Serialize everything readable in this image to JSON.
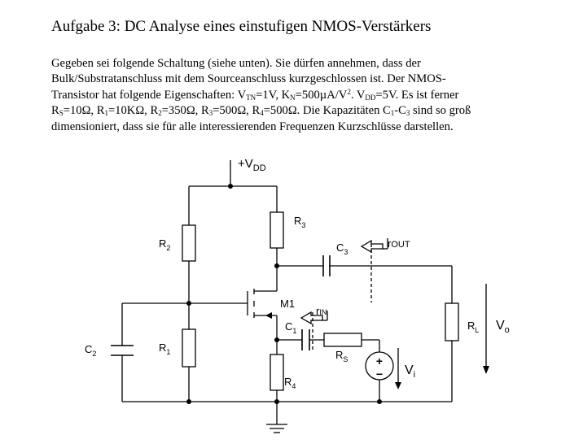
{
  "heading": "Aufgabe 3: DC Analyse eines einstufigen NMOS-Verstärkers",
  "paragraph": {
    "l1": "Gegeben sei folgende Schaltung (siehe unten). Sie dürfen annehmen, dass der",
    "l2": "Bulk/Substratanschluss mit dem Sourceanschluss kurzgeschlossen ist. Der NMOS-",
    "l3": {
      "a": "Transistor hat folgende Eigenschaften: V",
      "a_sub": "TN",
      "b": "=1V, K",
      "b_sub": "N",
      "c": "=500µA/V",
      "c_sup": "2",
      "d": ". V",
      "d_sub": "DD",
      "e": "=5V. Es ist ferner"
    },
    "l4": {
      "a": "R",
      "a_sub": "S",
      "b": "=10Ω, R",
      "b_sub": "1",
      "c": "=10KΩ, R",
      "c_sub": "2",
      "d": "=350Ω, R",
      "d_sub": "3",
      "e": "=500Ω, R",
      "e_sub": "4",
      "f": "=500Ω. Die Kapazitäten C",
      "f_sub": "1",
      "g": "-C",
      "g_sub": "3",
      "h": " sind so groß"
    },
    "l5": "dimensioniert, dass sie für alle interessierenden Frequenzen Kurzschlüsse darstellen."
  },
  "circuit": {
    "vdd": {
      "base": "+V",
      "sub": "DD"
    },
    "r2": {
      "base": "R",
      "sub": "2"
    },
    "r1": {
      "base": "R",
      "sub": "1"
    },
    "c2": {
      "base": "C",
      "sub": "2"
    },
    "r3": {
      "base": "R",
      "sub": "3"
    },
    "c3": {
      "base": "C",
      "sub": "3"
    },
    "rout": {
      "base": "r",
      "sub": "OUT"
    },
    "m1": "M1",
    "rin": {
      "base": "r",
      "sub": "IN"
    },
    "c1": {
      "base": "C",
      "sub": "1"
    },
    "rs": {
      "base": "R",
      "sub": "S"
    },
    "r4": {
      "base": "R",
      "sub": "4"
    },
    "vi": {
      "base": "V",
      "sub": "i"
    },
    "rl": {
      "base": "R",
      "sub": "L"
    },
    "vo": {
      "base": "V",
      "sub": "o"
    },
    "plus": "+",
    "minus": "−"
  }
}
